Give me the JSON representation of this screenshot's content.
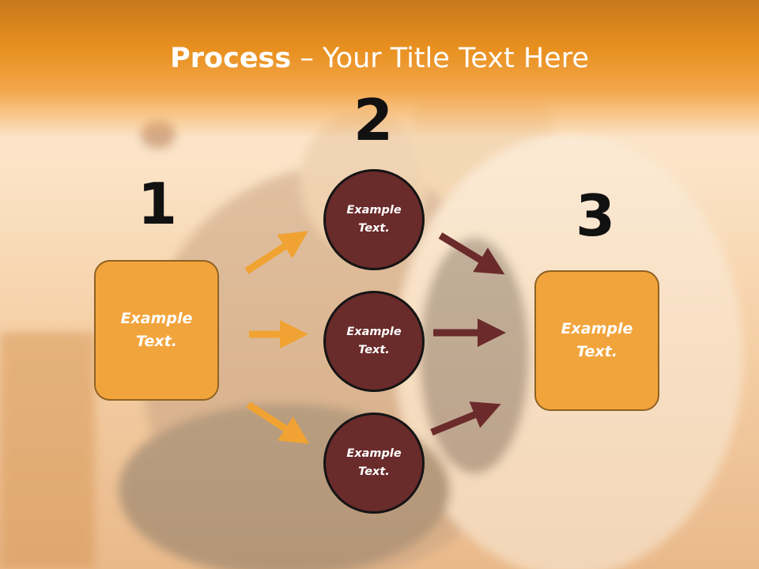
{
  "title": {
    "bold": "Process",
    "rest": " – Your Title Text Here"
  },
  "steps": [
    {
      "number": "1",
      "text": "Example\nText."
    },
    {
      "number": "2",
      "circles": [
        "Example\nText.",
        "Example\nText.",
        "Example\nText."
      ]
    },
    {
      "number": "3",
      "text": "Example\nText."
    }
  ],
  "colors": {
    "header": "#e8901f",
    "box_fill": "#f2a43c",
    "circle_fill": "#6a2b2b",
    "arrow_orange": "#f0a332",
    "arrow_brown": "#6b2b2b"
  }
}
